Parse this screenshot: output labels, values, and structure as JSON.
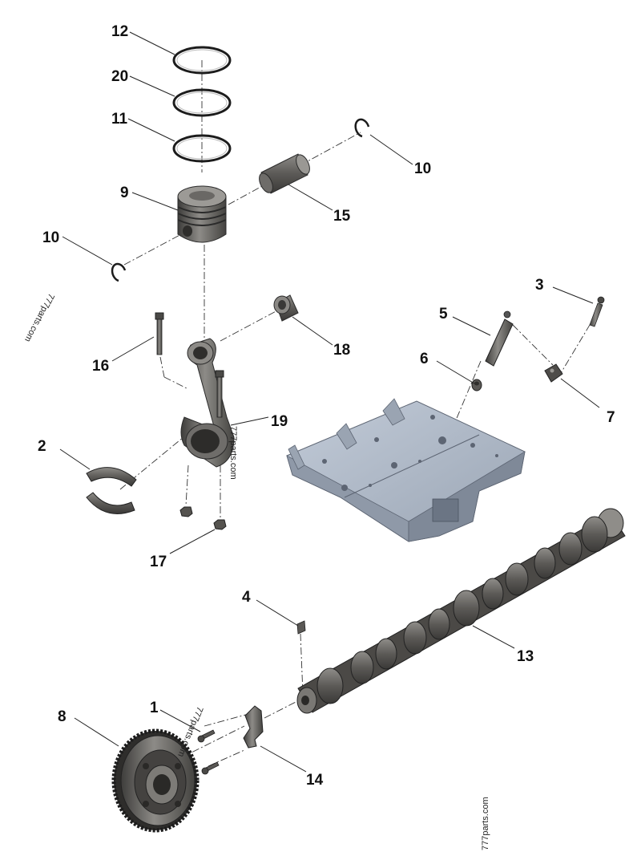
{
  "callouts": {
    "c1": "1",
    "c2": "2",
    "c3": "3",
    "c4": "4",
    "c5": "5",
    "c6": "6",
    "c7": "7",
    "c8": "8",
    "c9": "9",
    "c10a": "10",
    "c10b": "10",
    "c11": "11",
    "c12": "12",
    "c13": "13",
    "c14": "14",
    "c15": "15",
    "c16": "16",
    "c17": "17",
    "c18": "18",
    "c19": "19",
    "c20": "20"
  },
  "watermarks": {
    "w1": "777parts.com",
    "w2": "777parts.com",
    "w3": "777parts.com",
    "w4": "777parts.com"
  },
  "colors": {
    "metal": "#5a5855",
    "metal_dark": "#3b3a38",
    "metal_light": "#8b8a86",
    "block": "#aab4c2",
    "block_dark": "#7d8796",
    "line": "#222222"
  }
}
